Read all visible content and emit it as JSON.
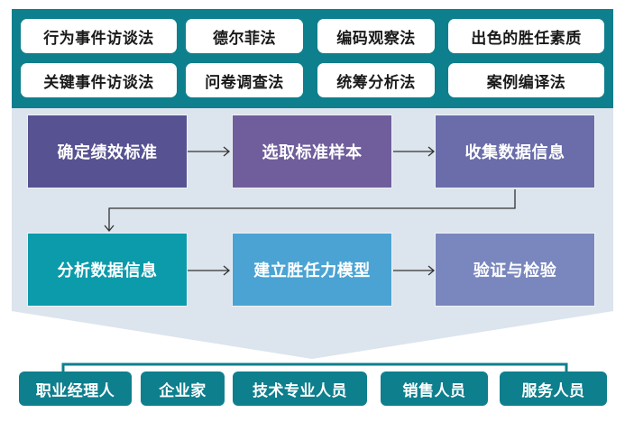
{
  "methods": {
    "row1": [
      "行为事件访谈法",
      "德尔菲法",
      "编码观察法",
      "出色的胜任素质"
    ],
    "row2": [
      "关键事件访谈法",
      "问卷调查法",
      "统筹分析法",
      "案例编译法"
    ]
  },
  "steps": {
    "row1": [
      "确定绩效标准",
      "选取标准样本",
      "收集数据信息"
    ],
    "row2": [
      "分析数据信息",
      "建立胜任力模型",
      "验证与检验"
    ]
  },
  "roles": [
    "职业经理人",
    "企业家",
    "技术专业人员",
    "销售人员",
    "服务人员"
  ],
  "colors": {
    "teal": "#0e7f8d",
    "panel_grey": "#dce4ed",
    "step1": "#575292",
    "step2": "#705e9c",
    "step3": "#6a6daa",
    "step4": "#0b9bab",
    "step5": "#4aa3d3",
    "step6": "#7a87be",
    "arrow": "#333333"
  }
}
